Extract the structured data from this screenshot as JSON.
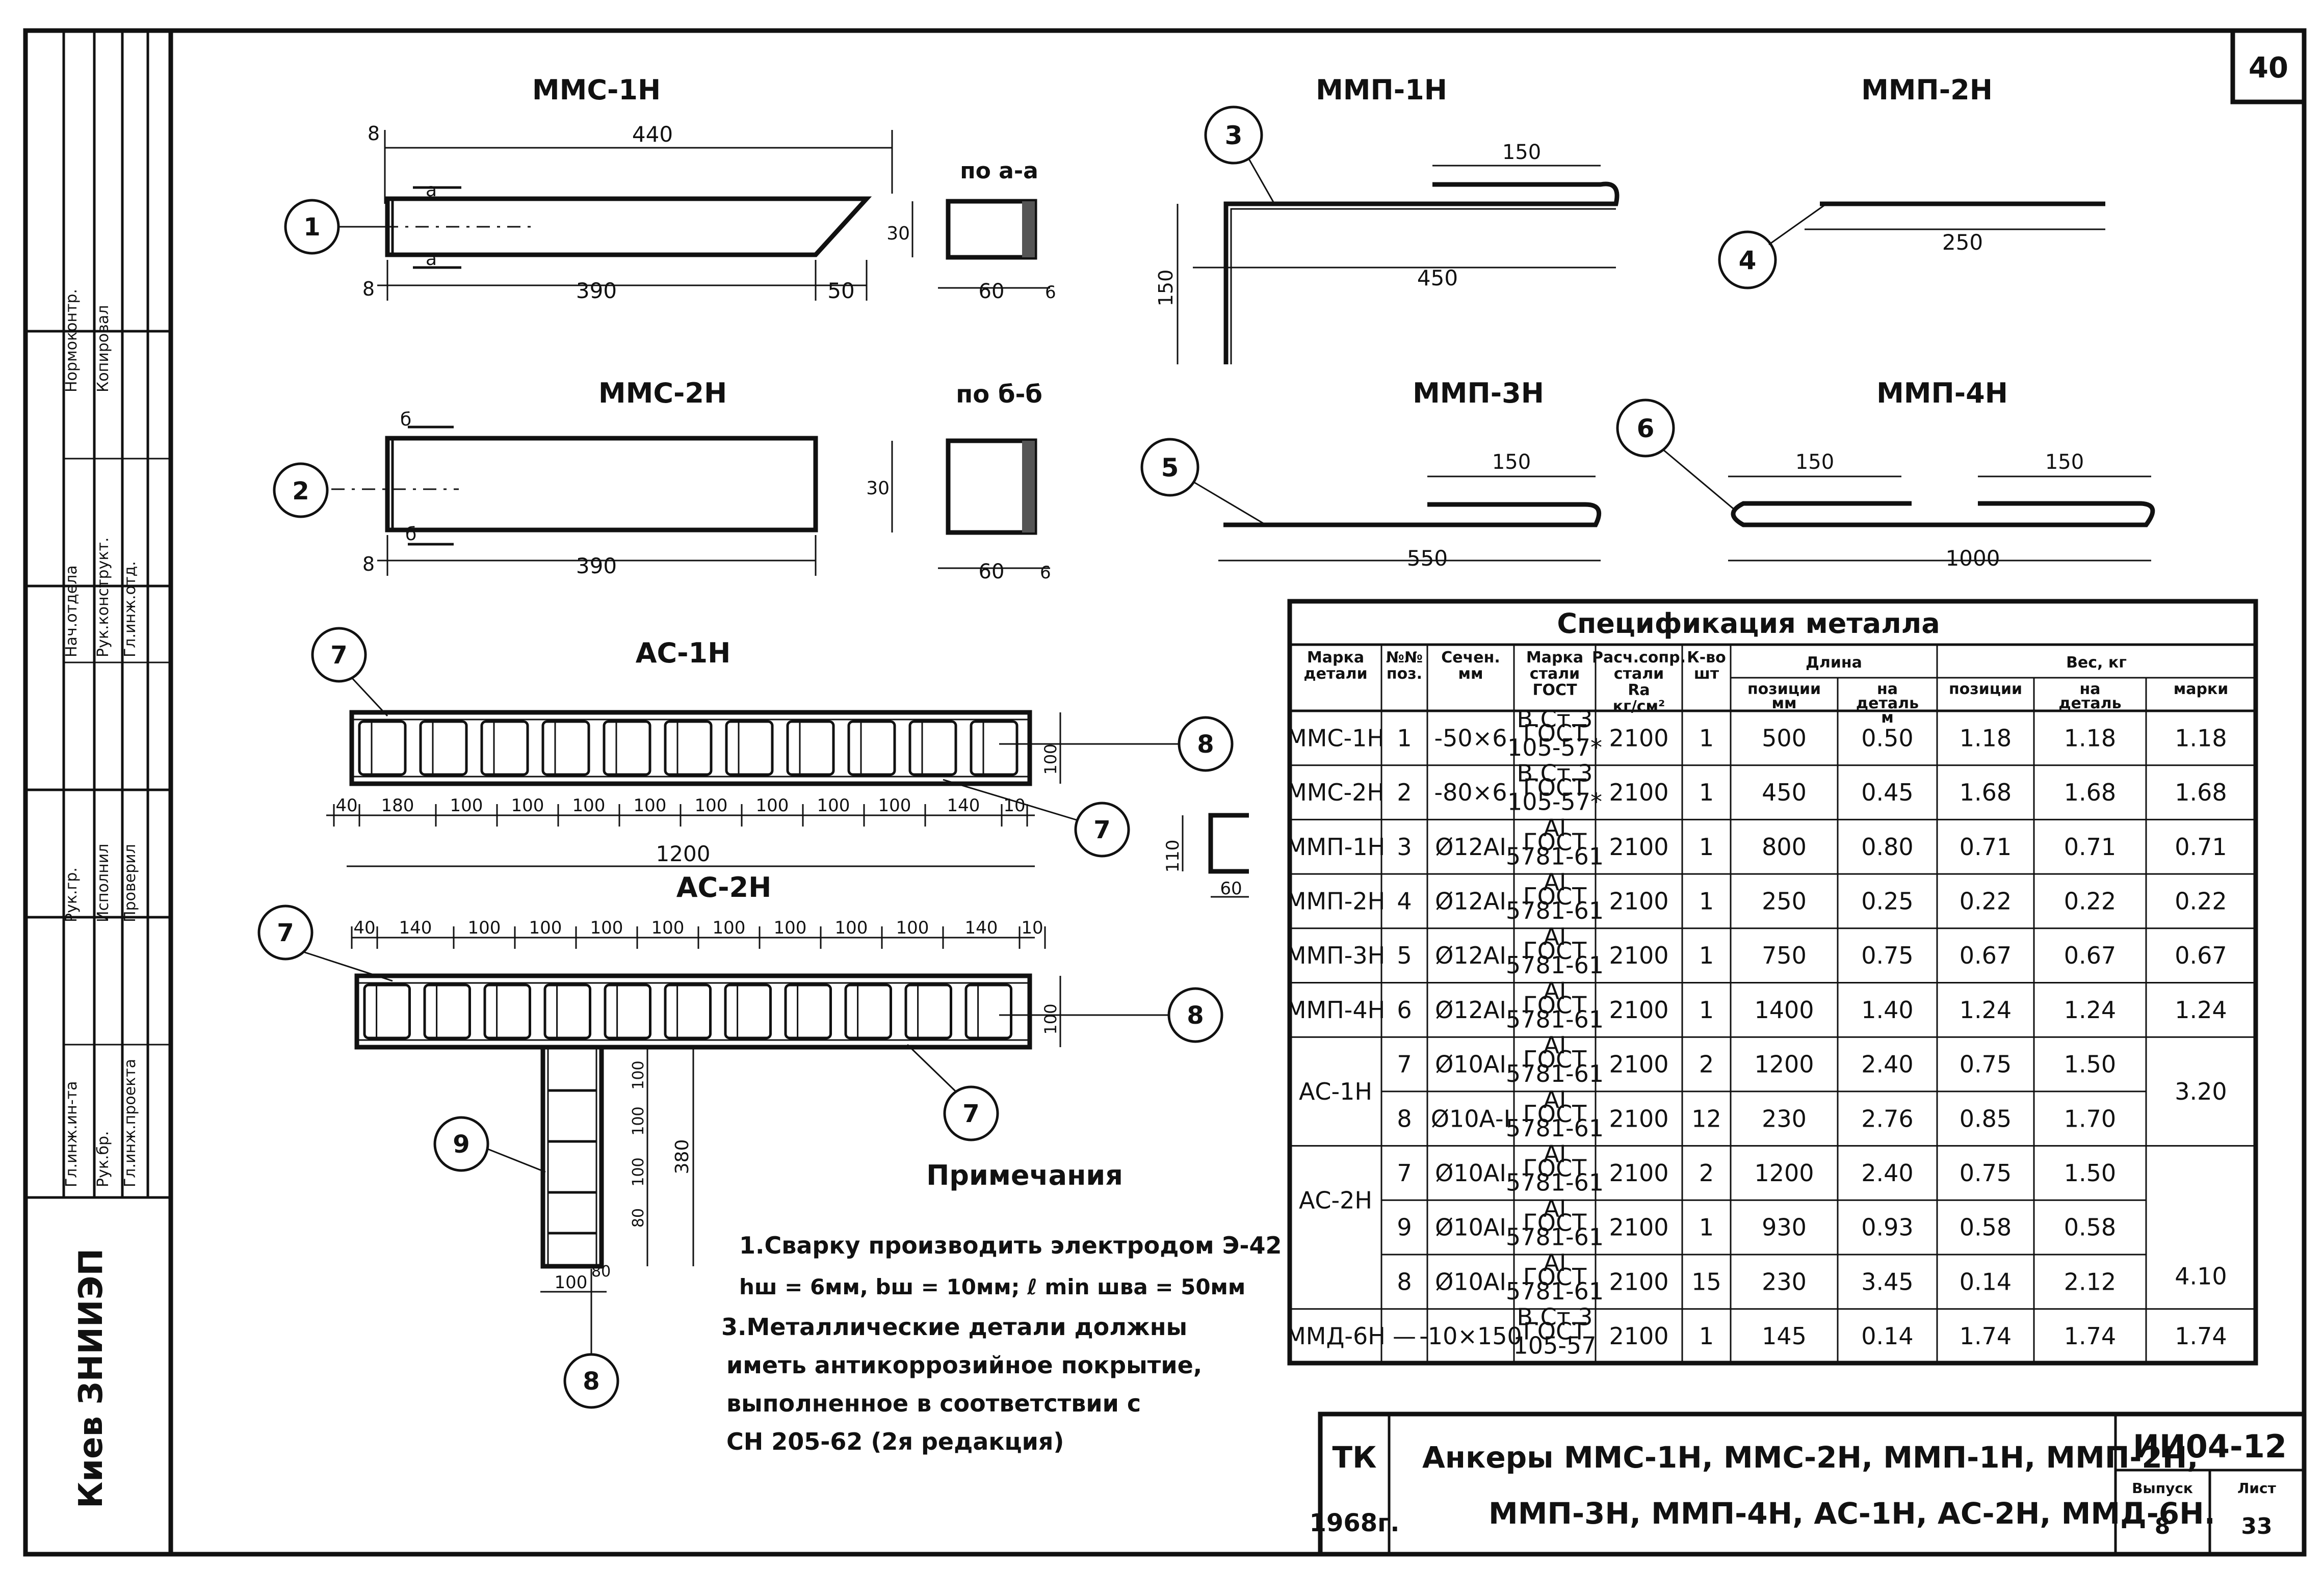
{
  "sheet": {
    "page_number": "40",
    "code": "ИИ04-12",
    "vypusk_label": "Выпуск",
    "vypusk": "8",
    "list_label": "Лист",
    "list": "33",
    "org": "ТК",
    "year": "1968г.",
    "title_line1": "Анкеры ММС-1Н, ММС-2Н, ММП-1Н, ММП-2Н,",
    "title_line2": "ММП-3Н, ММП-4Н, АС-1Н, АС-2Н, ММД-6Н."
  },
  "sidebar": {
    "institute": "Киев ЗНИИЭП",
    "roles": [
      "Гл.инж.ин-та",
      "Рук.бр.",
      "Гл.инж.проекта",
      "Рук.гр.",
      "Исполнил",
      "Проверил",
      "Нач.отдела",
      "Рук.конструкт.",
      "Гл.инж.отд.",
      "Нормоконтр.",
      "Копировал"
    ]
  },
  "drawings": {
    "mms1": {
      "title": "ММС-1Н",
      "dim_total": "440",
      "dim_left": "8",
      "dim_main": "390",
      "dim_right": "50",
      "dim_h": "30",
      "section": "по а-а",
      "sec_w": "60",
      "sec_t": "6",
      "cut": "а",
      "pos": "1"
    },
    "mms2": {
      "title": "ММС-2Н",
      "dim_left": "8",
      "dim_main": "390",
      "dim_h": "30",
      "section": "по б-б",
      "sec_w": "60",
      "sec_t": "6",
      "cut": "б",
      "pos": "2"
    },
    "mmp1": {
      "title": "ММП-1Н",
      "dim_top": "150",
      "dim_len": "450",
      "dim_v": "150",
      "pos": "3"
    },
    "mmp2": {
      "title": "ММП-2Н",
      "dim_len": "250",
      "pos": "4"
    },
    "mmp3": {
      "title": "ММП-3Н",
      "dim_top": "150",
      "dim_len": "550",
      "pos": "5"
    },
    "mmp4": {
      "title": "ММП-4Н",
      "dim_left": "150",
      "dim_right": "150",
      "dim_len": "1000",
      "pos": "6"
    },
    "as1": {
      "title": "АС-1Н",
      "dims": [
        "40",
        "180",
        "100",
        "100",
        "100",
        "100",
        "100",
        "100",
        "100",
        "100",
        "140",
        "10"
      ],
      "total": "1200",
      "height": "100",
      "pos_a": "7",
      "pos_b": "8",
      "pos_c": "7"
    },
    "as2": {
      "title": "АС-2Н",
      "dims": [
        "40",
        "140",
        "100",
        "100",
        "100",
        "100",
        "100",
        "100",
        "100",
        "100",
        "140",
        "10"
      ],
      "height": "100",
      "pos_a": "7",
      "pos_b": "8",
      "pos_c": "7",
      "pos_d": "9",
      "pos_e": "8",
      "v_dims": [
        "100",
        "100",
        "100",
        "80"
      ],
      "v_total": "380",
      "bottom": "100",
      "bottom2": "80"
    },
    "bracket": {
      "h": "110",
      "w": "60"
    }
  },
  "notes": {
    "title": "Примечания",
    "lines": [
      "1.Сварку производить электродом Э-42",
      "hш = 6мм, bш = 10мм; ℓ min шва = 50мм",
      "3.Металлические детали должны",
      "иметь антикоррозийное покрытие,",
      "выполненное в соответствии с",
      "СН 205-62 (2я редакция)"
    ]
  },
  "spec": {
    "title": "Спецификация металла",
    "headers": {
      "mark": "Марка детали",
      "pos": "№№ поз.",
      "section": "Сечен. мм",
      "steel": "Марка стали ГОСТ",
      "calc": "Расч.сопр. стали Rа кг/см²",
      "qty": "К-во шт",
      "length": "Длина",
      "len_pos": "позиции мм",
      "len_det": "на деталь м",
      "weight": "Вес, кг",
      "w_pos": "позиции",
      "w_det": "на деталь",
      "w_mark": "марки"
    },
    "rows": [
      {
        "mark": "ММС-1Н",
        "pos": "1",
        "sec": "-50×6",
        "steel": "В.Ст.3 ГОСТ 105-57*",
        "calc": "2100",
        "qty": "1",
        "lp": "500",
        "ld": "0.50",
        "wp": "1.18",
        "wd": "1.18",
        "wm": "1.18"
      },
      {
        "mark": "ММС-2Н",
        "pos": "2",
        "sec": "-80×6",
        "steel": "В.Ст.3 ГОСТ 105-57*",
        "calc": "2100",
        "qty": "1",
        "lp": "450",
        "ld": "0.45",
        "wp": "1.68",
        "wd": "1.68",
        "wm": "1.68"
      },
      {
        "mark": "ММП-1Н",
        "pos": "3",
        "sec": "Ø12АI",
        "steel": "АI ГОСТ 5781-61",
        "calc": "2100",
        "qty": "1",
        "lp": "800",
        "ld": "0.80",
        "wp": "0.71",
        "wd": "0.71",
        "wm": "0.71"
      },
      {
        "mark": "ММП-2Н",
        "pos": "4",
        "sec": "Ø12АI",
        "steel": "АI ГОСТ 5781-61",
        "calc": "2100",
        "qty": "1",
        "lp": "250",
        "ld": "0.25",
        "wp": "0.22",
        "wd": "0.22",
        "wm": "0.22"
      },
      {
        "mark": "ММП-3Н",
        "pos": "5",
        "sec": "Ø12АI",
        "steel": "АI ГОСТ 5781-61",
        "calc": "2100",
        "qty": "1",
        "lp": "750",
        "ld": "0.75",
        "wp": "0.67",
        "wd": "0.67",
        "wm": "0.67"
      },
      {
        "mark": "ММП-4Н",
        "pos": "6",
        "sec": "Ø12АI",
        "steel": "АI ГОСТ 5781-61",
        "calc": "2100",
        "qty": "1",
        "lp": "1400",
        "ld": "1.40",
        "wp": "1.24",
        "wd": "1.24",
        "wm": "1.24"
      },
      {
        "mark": "АС-1Н",
        "pos": "7",
        "sec": "Ø10АI",
        "steel": "АI ГОСТ 5781-61",
        "calc": "2100",
        "qty": "2",
        "lp": "1200",
        "ld": "2.40",
        "wp": "0.75",
        "wd": "1.50",
        "wm": "3.20"
      },
      {
        "mark": "",
        "pos": "8",
        "sec": "Ø10А-I",
        "steel": "АI ГОСТ 5781-61",
        "calc": "2100",
        "qty": "12",
        "lp": "230",
        "ld": "2.76",
        "wp": "0.85",
        "wd": "1.70",
        "wm": ""
      },
      {
        "mark": "АС-2Н",
        "pos": "7",
        "sec": "Ø10АI",
        "steel": "АI ГОСТ 5781-61",
        "calc": "2100",
        "qty": "2",
        "lp": "1200",
        "ld": "2.40",
        "wp": "0.75",
        "wd": "1.50",
        "wm": "4.10"
      },
      {
        "mark": "",
        "pos": "9",
        "sec": "Ø10АI",
        "steel": "АI ГОСТ 5781-61",
        "calc": "2100",
        "qty": "1",
        "lp": "930",
        "ld": "0.93",
        "wp": "0.58",
        "wd": "0.58",
        "wm": ""
      },
      {
        "mark": "",
        "pos": "8",
        "sec": "Ø10АI",
        "steel": "АI ГОСТ 5781-61",
        "calc": "2100",
        "qty": "15",
        "lp": "230",
        "ld": "3.45",
        "wp": "0.14",
        "wd": "2.12",
        "wm": ""
      },
      {
        "mark": "ММД-6Н",
        "pos": "—",
        "sec": "-10×150",
        "steel": "В.Ст.3 ГОСТ 105-57",
        "calc": "2100",
        "qty": "1",
        "lp": "145",
        "ld": "0.14",
        "wp": "1.74",
        "wd": "1.74",
        "wm": "1.74"
      }
    ]
  }
}
